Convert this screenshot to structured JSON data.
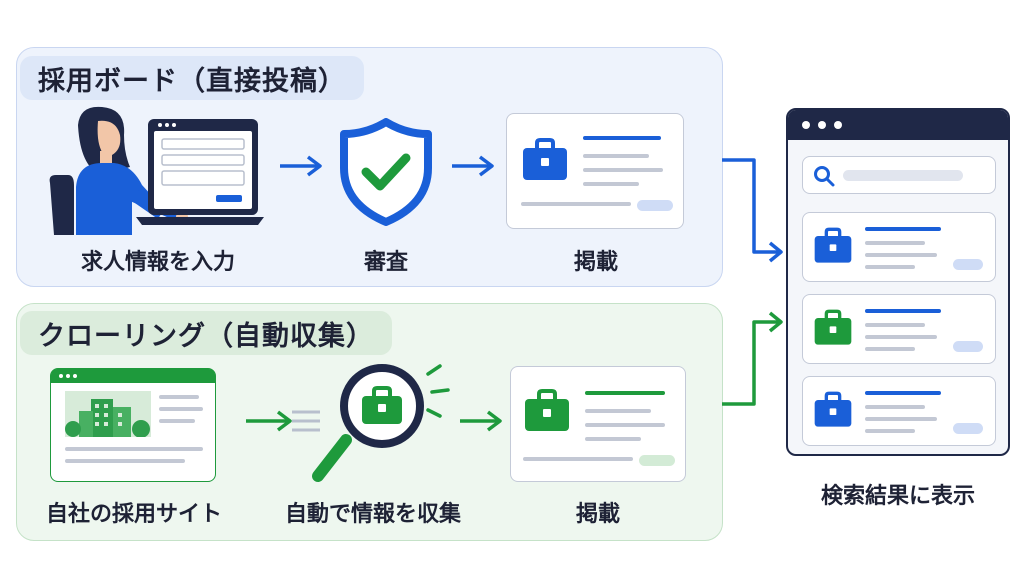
{
  "top_section": {
    "title": "採用ボード（直接投稿）",
    "steps": [
      "求人情報を入力",
      "審査",
      "掲載"
    ],
    "accent_color": "#1a5fd8"
  },
  "bottom_section": {
    "title": "クローリング（自動収集）",
    "steps": [
      "自社の採用サイト",
      "自動で情報を収集",
      "掲載"
    ],
    "accent_color": "#1e9a3c"
  },
  "result": {
    "label": "検索結果に表示",
    "icons": [
      "search-icon",
      "briefcase-icon"
    ],
    "card_colors": [
      "#1a5fd8",
      "#1e9a3c",
      "#1a5fd8"
    ]
  },
  "icons": [
    "person-laptop-icon",
    "shield-check-icon",
    "briefcase-icon",
    "company-website-icon",
    "magnifier-briefcase-icon",
    "arrow-right-icon",
    "browser-icon"
  ]
}
